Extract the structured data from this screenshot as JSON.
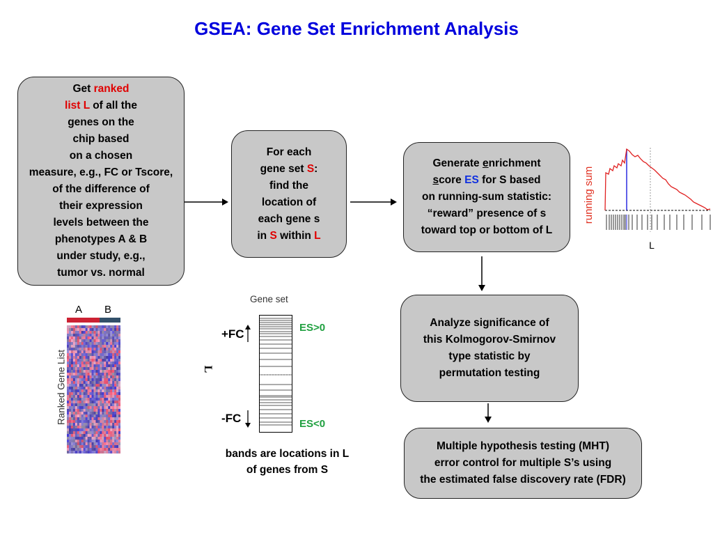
{
  "title": "GSEA: Gene Set Enrichment Analysis",
  "box1": {
    "l1a": "Get ",
    "l1b": "ranked",
    "l2a": "list L",
    "l2b": " of all the",
    "l3": "genes on the",
    "l4": "chip based",
    "l5": "on a chosen",
    "l6": "measure, e.g., FC or Tscore,",
    "l7": "of the difference of",
    "l8": "their expression",
    "l9": "levels between the",
    "l10": "phenotypes A & B",
    "l11": "under study, e.g.,",
    "l12": "tumor vs. normal"
  },
  "box2": {
    "l1": "For each",
    "l2a": "gene set ",
    "l2b": "S",
    "l2c": ":",
    "l3": "find the",
    "l4": "location of",
    "l5": "each gene s",
    "l6a": "in ",
    "l6b": "S",
    "l6c": " within ",
    "l6d": "L"
  },
  "box3": {
    "l1a": "Generate ",
    "l1b": "e",
    "l1c": "nrichment",
    "l2a": "s",
    "l2b": "core ",
    "l2c": "ES",
    "l2d": " for S based",
    "l3": "on running-sum statistic:",
    "l4": "“reward” presence of s",
    "l5": "toward top or bottom of L"
  },
  "box4": {
    "l1": "Analyze significance of",
    "l2": "this Kolmogorov-Smirnov",
    "l3": "type statistic by",
    "l4": "permutation testing"
  },
  "box5": {
    "l1": "Multiple hypothesis testing (MHT)",
    "l2": "error control for multiple S’s using",
    "l3": "the estimated false discovery rate (FDR)"
  },
  "running_plot": {
    "ylabel": "running sum",
    "xlabel": "L"
  },
  "heatmap": {
    "col_a": "A",
    "col_b": "B",
    "side_label": "Ranked Gene List"
  },
  "geneset": {
    "header": "Gene set",
    "plus_fc": "+FC",
    "minus_fc": "-FC",
    "es_pos": "ES>0",
    "es_neg": "ES<0",
    "axis_label": "L",
    "caption1": "bands are locations in L",
    "caption2": "of genes from S"
  },
  "colors": {
    "title": "#0000dd",
    "highlight_red": "#e00000",
    "highlight_blue": "#1030e0",
    "es_green": "#20a040",
    "box_fill": "#c8c8c8"
  }
}
